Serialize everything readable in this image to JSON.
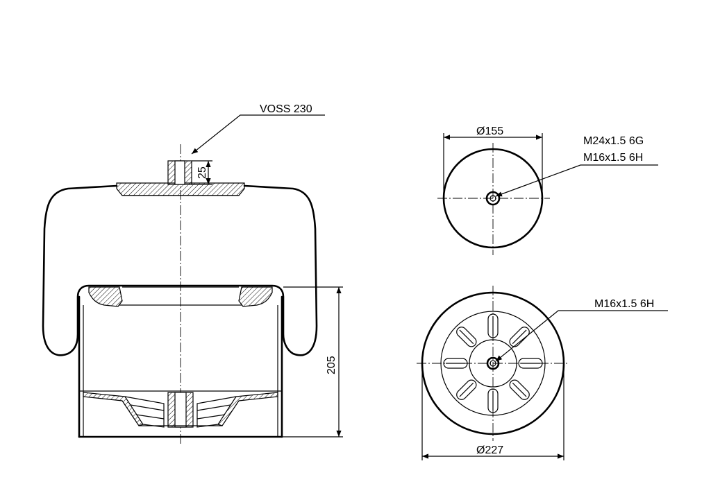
{
  "labels": {
    "valve_connection": "VOSS 230",
    "stud_height": "25",
    "height": "205",
    "top_plate_diameter": "Ø155",
    "top_thread_outer": "M24x1.5 6G",
    "top_thread_inner": "M16x1.5 6H",
    "bottom_thread": "M16x1.5 6H",
    "piston_diameter": "Ø227"
  },
  "colors": {
    "line": "#000000",
    "background": "#ffffff"
  }
}
